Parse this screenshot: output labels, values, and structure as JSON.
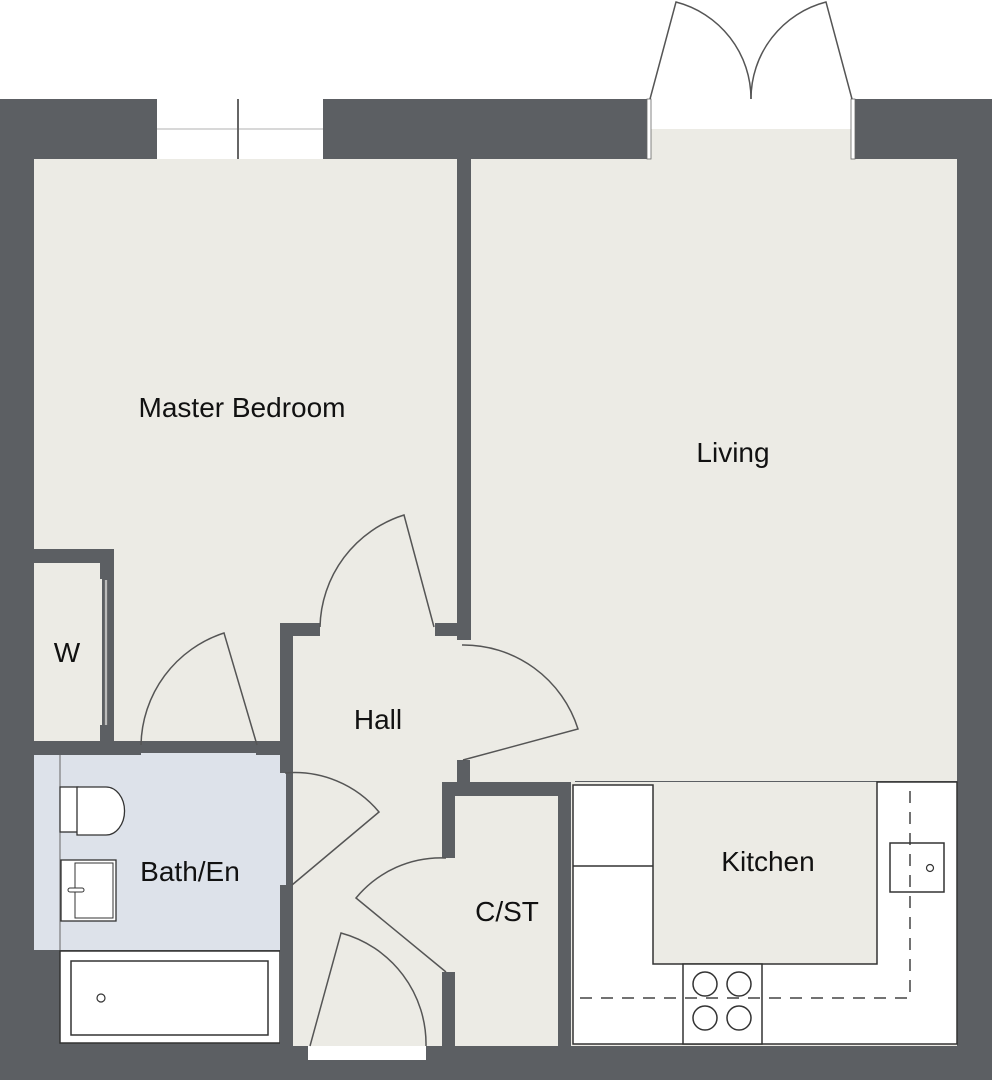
{
  "plan": {
    "colors": {
      "wall": "#5c5f63",
      "floor": "#ecebe5",
      "bath_floor": "#dde2ea",
      "fixture": "#ffffff",
      "line": "#333333",
      "door_line": "#555555",
      "background": "#ffffff"
    },
    "rooms": [
      {
        "id": "master-bedroom",
        "label": "Master Bedroom"
      },
      {
        "id": "living",
        "label": "Living"
      },
      {
        "id": "wardrobe",
        "label": "W"
      },
      {
        "id": "hall",
        "label": "Hall"
      },
      {
        "id": "bath-en",
        "label": "Bath/En"
      },
      {
        "id": "c-st",
        "label": "C/ST"
      },
      {
        "id": "kitchen",
        "label": "Kitchen"
      }
    ]
  }
}
